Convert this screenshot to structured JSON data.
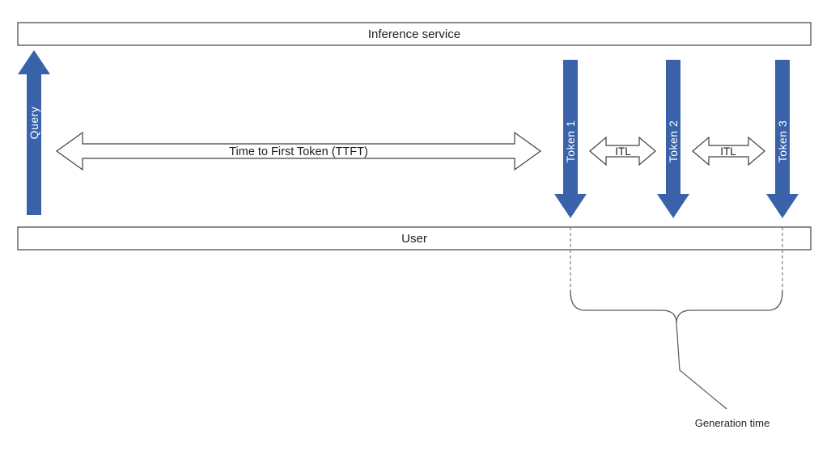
{
  "diagram": {
    "inference_service_label": "Inference service",
    "user_label": "User",
    "query_label": "Query",
    "ttft_label": "Time to First Token (TTFT)",
    "token1_label": "Token 1",
    "token2_label": "Token 2",
    "token3_label": "Token 3",
    "itl1_label": "ITL",
    "itl2_label": "ITL",
    "generation_time_label": "Generation time",
    "colors": {
      "arrow_blue": "#3a62ab",
      "outline": "#404040",
      "dashed_gray": "#7f7f7f",
      "brace_gray": "#595959",
      "background": "#ffffff"
    }
  }
}
